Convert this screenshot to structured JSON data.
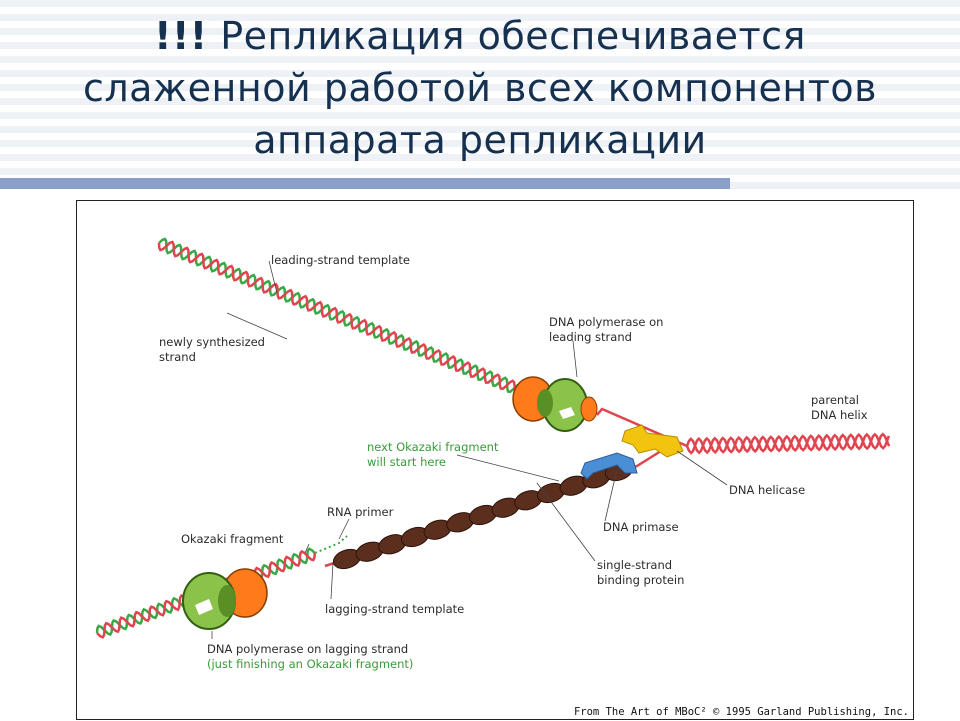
{
  "slide": {
    "title_prefix": "!!!",
    "title_line1": "Репликация обеспечивается",
    "title_line2": "слаженной работой всех компонентов",
    "title_line3": "аппарата репликации"
  },
  "figure": {
    "labels": {
      "leading_template": "leading-strand template",
      "newly_synth_1": "newly synthesized",
      "newly_synth_2": "strand",
      "pol_leading_1": "DNA polymerase on",
      "pol_leading_2": "leading strand",
      "parental_1": "parental",
      "parental_2": "DNA helix",
      "next_okazaki_1": "next Okazaki fragment",
      "next_okazaki_2": "will start here",
      "helicase": "DNA helicase",
      "rna_primer": "RNA primer",
      "okazaki": "Okazaki fragment",
      "primase": "DNA primase",
      "ssb_1": "single-strand",
      "ssb_2": "binding protein",
      "lagging_template": "lagging-strand template",
      "pol_lagging_1": "DNA polymerase on lagging strand",
      "pol_lagging_2": "(just finishing an Okazaki fragment)"
    },
    "credit": "From The Art of MBoC² © 1995 Garland Publishing, Inc.",
    "colors": {
      "template_strand": "#e0444f",
      "new_strand": "#3aa845",
      "primer": "#3aa845",
      "polymerase": "#8bc34a",
      "clamp": "#ff7a1a",
      "helicase": "#f2c40f",
      "primase": "#4a8fd6",
      "ssb": "#5b2e1e"
    }
  }
}
